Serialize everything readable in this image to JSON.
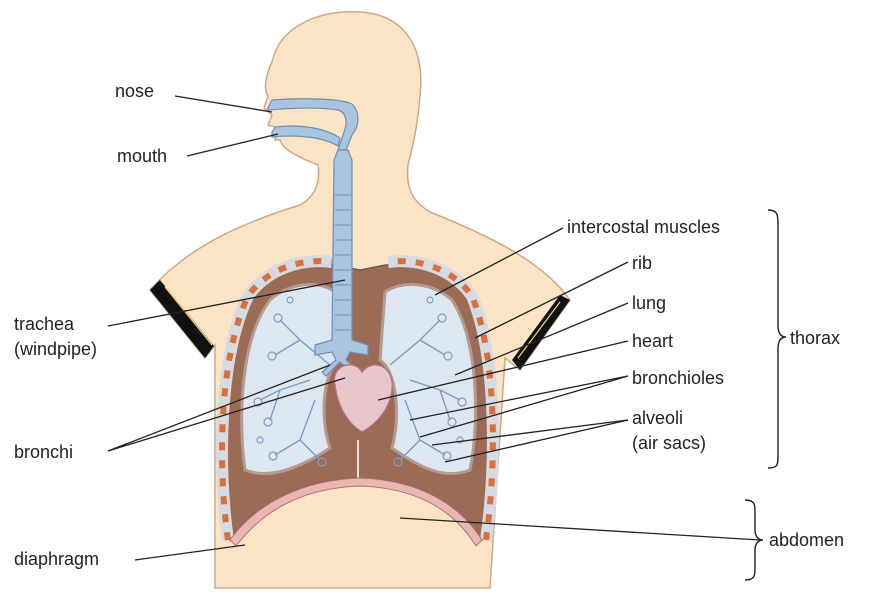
{
  "labels": {
    "nose": "nose",
    "mouth": "mouth",
    "trachea_1": "trachea",
    "trachea_2": "(windpipe)",
    "bronchi": "bronchi",
    "diaphragm": "diaphragm",
    "intercostal_muscles": "intercostal muscles",
    "rib": "rib",
    "lung": "lung",
    "heart": "heart",
    "bronchioles": "bronchioles",
    "alveoli_1": "alveoli",
    "alveoli_2": "(air sacs)",
    "thorax": "thorax",
    "abdomen": "abdomen"
  },
  "colors": {
    "skin": "#fbe3c6",
    "skin_outline": "#c9a98a",
    "airway": "#a9c4de",
    "airway_outline": "#6f8fb0",
    "lung": "#dde7f2",
    "lung_tissue": "#b49a8f",
    "cavity": "#9c6b55",
    "heart": "#e9c6cc",
    "heart_outline": "#b07080",
    "muscle": "#d96f3d",
    "rib": "#d5dbe0",
    "diaphragm": "#e8b7b0",
    "leader": "#222222"
  }
}
